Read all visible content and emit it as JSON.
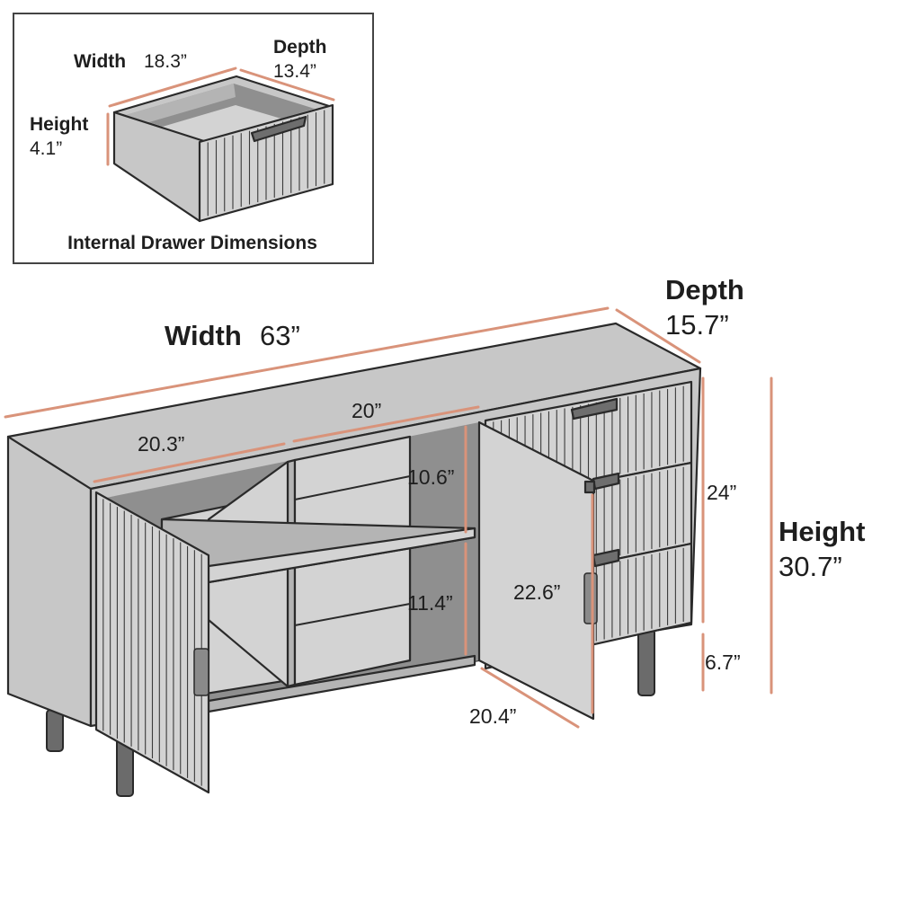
{
  "inset": {
    "caption": "Internal Drawer Dimensions",
    "width_label": "Width",
    "width_value": "18.3”",
    "depth_label": "Depth",
    "depth_value": "13.4”",
    "height_label": "Height",
    "height_value": "4.1”"
  },
  "main": {
    "width_label": "Width",
    "width_value": "63”",
    "depth_label": "Depth",
    "depth_value": "15.7”",
    "height_label": "Height",
    "height_value": "30.7”",
    "left_compartment_width": "20.3”",
    "middle_compartment_width": "20”",
    "upper_shelf_height": "10.6”",
    "lower_shelf_height": "11.4”",
    "door_height": "22.6”",
    "door_width": "20.4”",
    "drawer_stack_height": "24”",
    "leg_height": "6.7”"
  },
  "colors": {
    "dimension_line": "#d9937a",
    "body": "#c7c7c7",
    "interior": "#8f8f8f",
    "legs": "#6b6b6b"
  }
}
